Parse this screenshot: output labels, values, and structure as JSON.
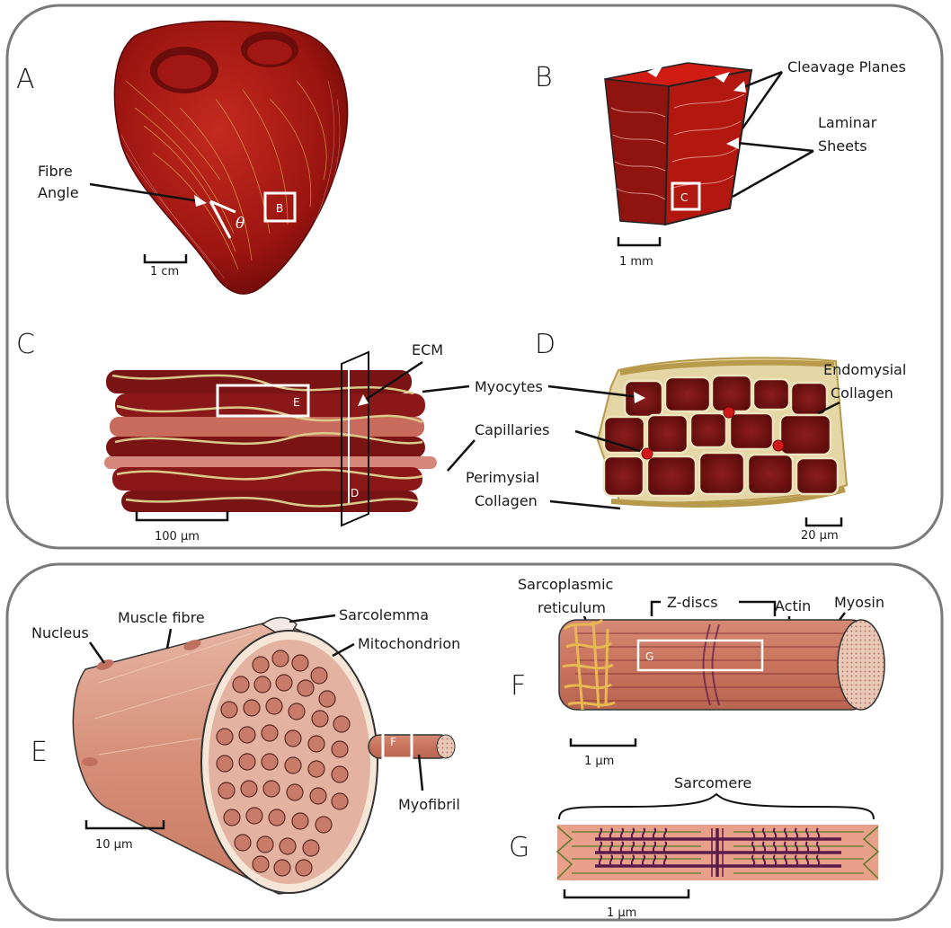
{
  "panels": {
    "A": "A",
    "B": "B",
    "C": "C",
    "D": "D",
    "E": "E",
    "F": "F",
    "G": "G"
  },
  "panel_a": {
    "fibre_angle_line1": "Fibre",
    "fibre_angle_line2": "Angle",
    "theta": "θ",
    "box": "B",
    "scale": "1 cm"
  },
  "panel_b": {
    "cleavage_planes": "Cleavage Planes",
    "laminar_line1": "Laminar",
    "laminar_line2": "Sheets",
    "box": "C",
    "scale": "1 mm"
  },
  "panel_c": {
    "ecm": "ECM",
    "box_e": "E",
    "plane_d": "D",
    "scale": "100 μm"
  },
  "panel_d": {
    "myocytes": "Myocytes",
    "capillaries": "Capillaries",
    "perimysial_line1": "Perimysial",
    "perimysial_line2": "Collagen",
    "endomysial_line1": "Endomysial",
    "endomysial_line2": "Collagen",
    "scale": "20 μm"
  },
  "panel_e": {
    "nucleus": "Nucleus",
    "muscle_fibre": "Muscle fibre",
    "sarcolemma": "Sarcolemma",
    "mitochondrion": "Mitochondrion",
    "myofibril": "Myofibril",
    "box": "F",
    "scale": "10 μm"
  },
  "panel_f": {
    "sarco_line1": "Sarcoplasmic",
    "sarco_line2": "reticulum",
    "z_discs": "Z-discs",
    "actin": "Actin",
    "myosin": "Myosin",
    "box": "G",
    "scale": "1 μm"
  },
  "panel_g": {
    "sarcomere": "Sarcomere",
    "scale": "1 μm"
  },
  "colors": {
    "frame": "#7a7a7a",
    "muscle_dark": "#7d1414",
    "muscle_red": "#b01818",
    "collagen": "#d9c98a",
    "fibre_pink": "#d9917c",
    "myosin": "#5a1a4a"
  }
}
